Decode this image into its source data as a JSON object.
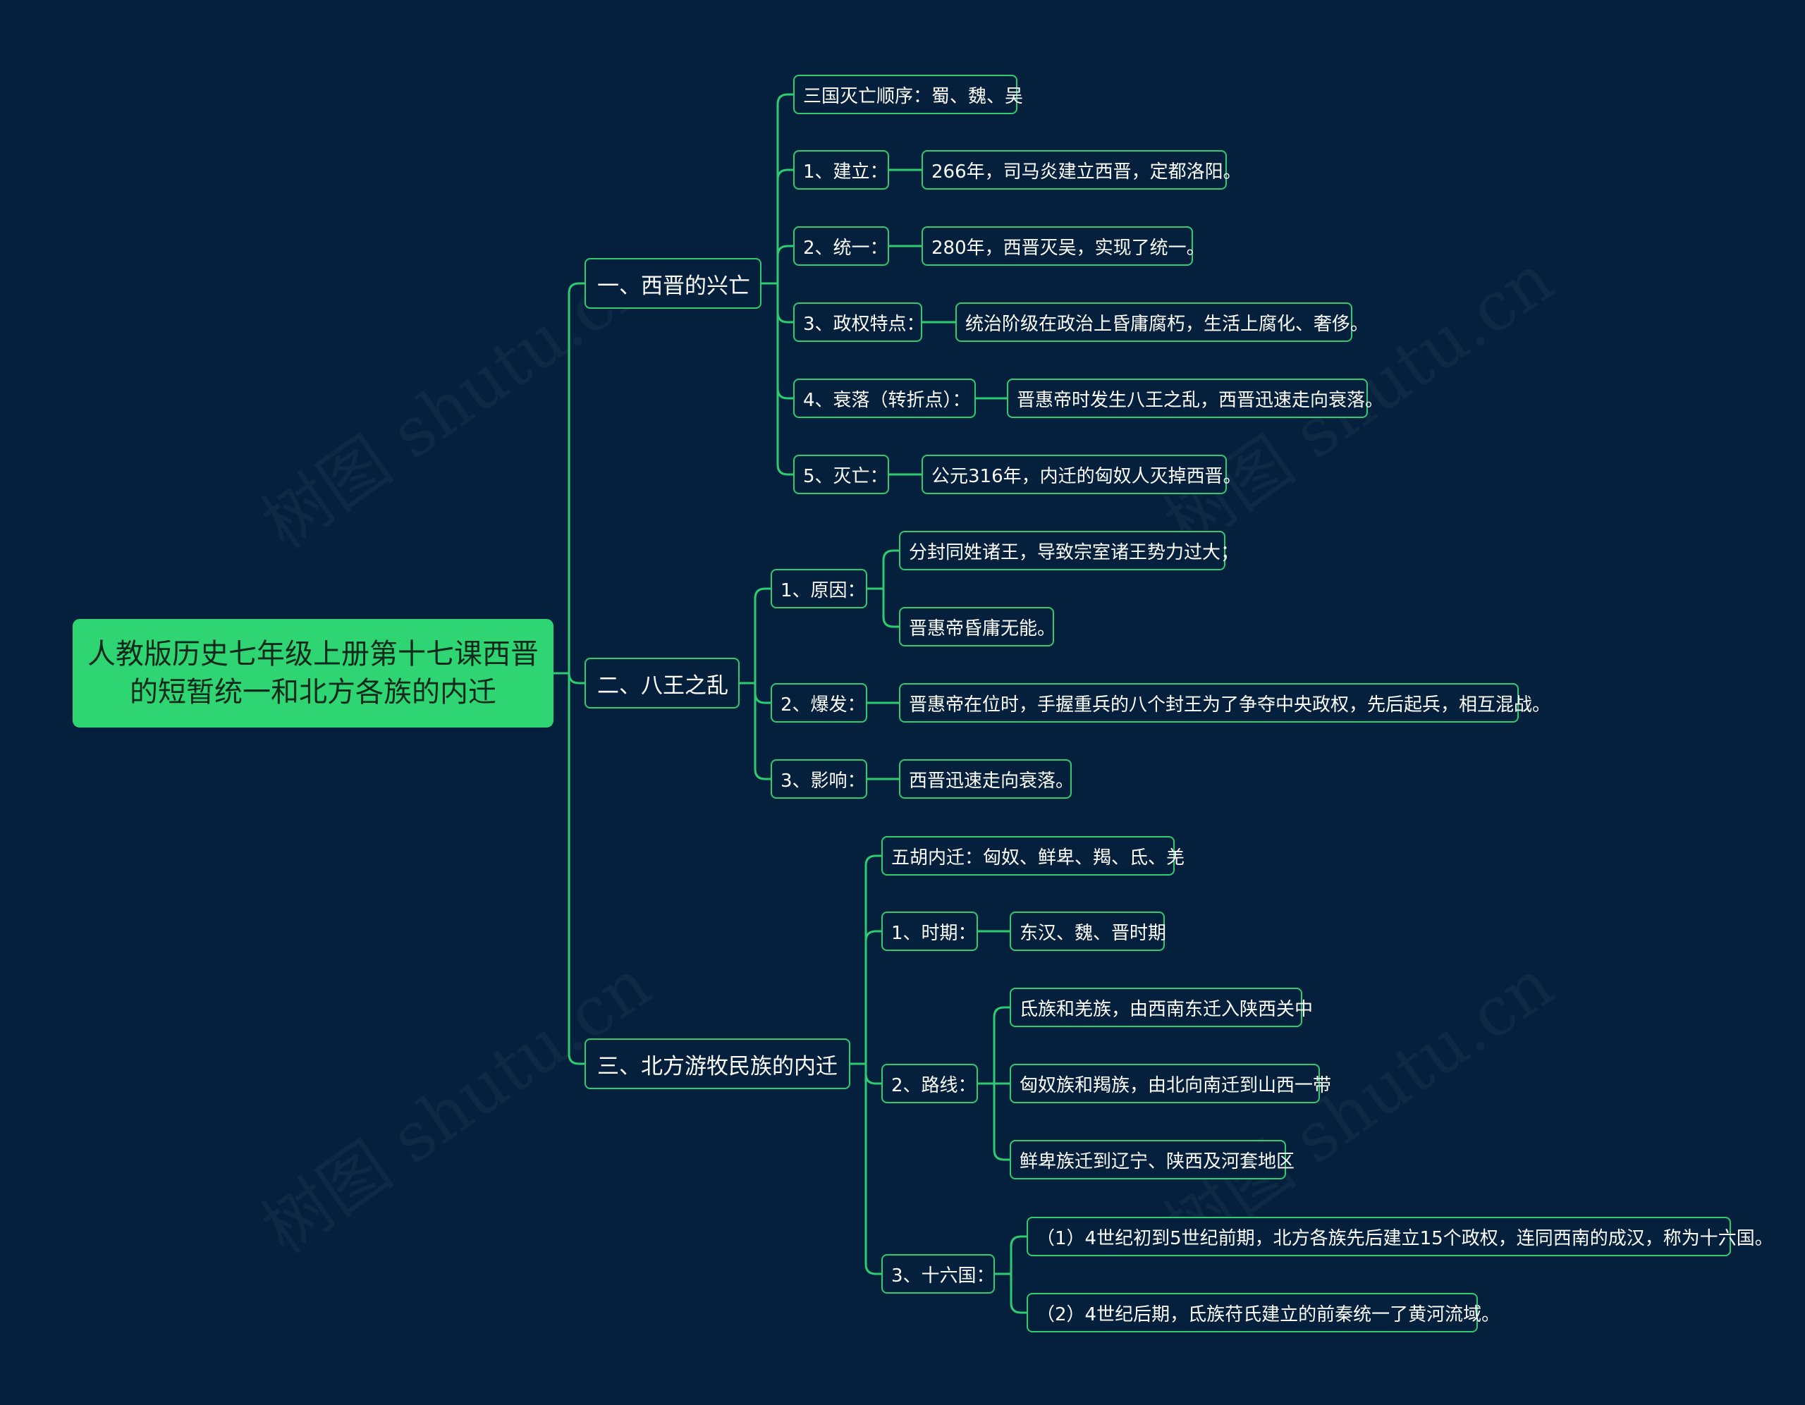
{
  "root": {
    "title": "人教版历史七年级上册第十七课西晋的短暂统一和北方各族的内迁"
  },
  "watermark": "树图 shutu.cn",
  "colors": {
    "background": "#04203c",
    "accent": "#2ecc71",
    "root_fill": "#2fd572"
  },
  "branches": [
    {
      "label": "一、西晋的兴亡",
      "children": [
        {
          "label": "三国灭亡顺序：蜀、魏、吴",
          "children": []
        },
        {
          "label": "1、建立：",
          "children": [
            {
              "label": "266年，司马炎建立西晋，定都洛阳。"
            }
          ]
        },
        {
          "label": "2、统一：",
          "children": [
            {
              "label": "280年，西晋灭吴，实现了统一。"
            }
          ]
        },
        {
          "label": "3、政权特点：",
          "children": [
            {
              "label": "统治阶级在政治上昏庸腐朽，生活上腐化、奢侈。"
            }
          ]
        },
        {
          "label": "4、衰落（转折点）：",
          "children": [
            {
              "label": "晋惠帝时发生八王之乱，西晋迅速走向衰落。"
            }
          ]
        },
        {
          "label": "5、灭亡：",
          "children": [
            {
              "label": "公元316年，内迁的匈奴人灭掉西晋。"
            }
          ]
        }
      ]
    },
    {
      "label": "二、八王之乱",
      "children": [
        {
          "label": "1、原因：",
          "children": [
            {
              "label": "分封同姓诸王，导致宗室诸王势力过大；"
            },
            {
              "label": "晋惠帝昏庸无能。"
            }
          ]
        },
        {
          "label": "2、爆发：",
          "children": [
            {
              "label": "晋惠帝在位时，手握重兵的八个封王为了争夺中央政权，先后起兵，相互混战。"
            }
          ]
        },
        {
          "label": "3、影响：",
          "children": [
            {
              "label": "西晋迅速走向衰落。"
            }
          ]
        }
      ]
    },
    {
      "label": "三、北方游牧民族的内迁",
      "children": [
        {
          "label": "五胡内迁：匈奴、鲜卑、羯、氐、羌",
          "children": []
        },
        {
          "label": "1、时期：",
          "children": [
            {
              "label": "东汉、魏、晋时期"
            }
          ]
        },
        {
          "label": "2、路线：",
          "children": [
            {
              "label": "氐族和羌族，由西南东迁入陕西关中"
            },
            {
              "label": "匈奴族和羯族，由北向南迁到山西一带"
            },
            {
              "label": "鲜卑族迁到辽宁、陕西及河套地区"
            }
          ]
        },
        {
          "label": "3、十六国：",
          "children": [
            {
              "label": "（1）4世纪初到5世纪前期，北方各族先后建立15个政权，连同西南的成汉，称为十六国。"
            },
            {
              "label": "（2）4世纪后期，氐族苻氏建立的前秦统一了黄河流域。"
            }
          ]
        }
      ]
    }
  ]
}
